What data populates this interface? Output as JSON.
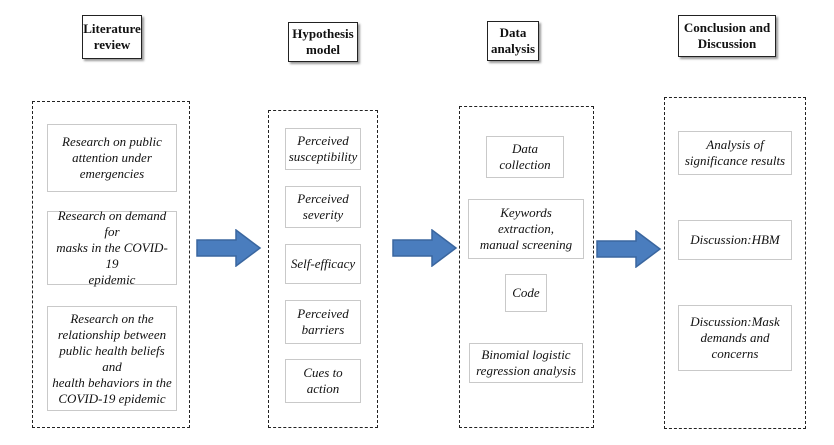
{
  "columns": [
    {
      "header": "Literature\nreview",
      "items": [
        "Research on public\nattention under\nemergencies",
        "Research on demand for\nmasks in the COVID-19\nepidemic",
        "Research on the\nrelationship between\npublic health beliefs and\nhealth behaviors in the\nCOVID-19 epidemic"
      ]
    },
    {
      "header": "Hypothesis\nmodel",
      "items": [
        "Perceived\nsusceptibility",
        "Perceived\nseverity",
        "Self-efficacy",
        "Perceived\nbarriers",
        "Cues to\naction"
      ]
    },
    {
      "header": "Data\nanalysis",
      "items": [
        "Data\ncollection",
        "Keywords extraction,\nmanual screening",
        "Code",
        "Binomial logistic\nregression analysis"
      ]
    },
    {
      "header": "Conclusion and\nDiscussion",
      "items": [
        "Analysis of\nsignificance results",
        "Discussion:HBM",
        "Discussion:Mask\ndemands and\nconcerns"
      ]
    }
  ],
  "colors": {
    "arrow": "#4a7dbe",
    "arrow_edge": "#3a669f",
    "item_border": "#c9c9c9",
    "dash_border": "#222222"
  },
  "icons": [
    "right-arrow-icon"
  ]
}
